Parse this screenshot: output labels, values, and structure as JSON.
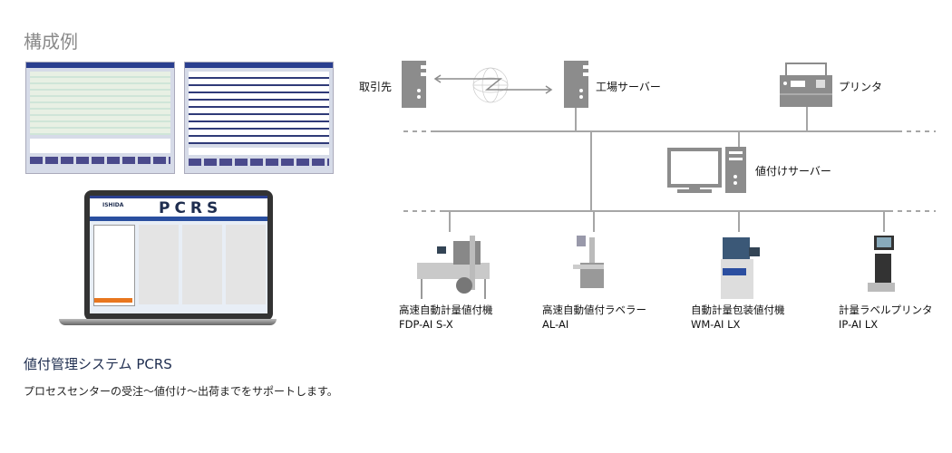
{
  "title": "構成例",
  "product": {
    "heading": "値付管理システム PCRS",
    "description": "プロセスセンターの受注〜値付け〜出荷までをサポートします。",
    "logo_text": "PCRS",
    "brand_text": "ISHIDA"
  },
  "network": {
    "partner": {
      "label": "取引先",
      "icon": "server-icon"
    },
    "factory_server": {
      "label": "工場サーバー",
      "icon": "server-icon"
    },
    "printer": {
      "label": "プリンタ",
      "icon": "printer-icon"
    },
    "pricing_server": {
      "label": "値付けサーバー",
      "icon": "desktop-computer-icon"
    },
    "internet_icon": "globe-icon"
  },
  "machines": [
    {
      "name": "高速自動計量値付機",
      "model": "FDP-AI S-X"
    },
    {
      "name": "高速自動値付ラベラー",
      "model": "AL-AI"
    },
    {
      "name": "自動計量包装値付機",
      "model": "WM-AI LX"
    },
    {
      "name": "計量ラベルプリンタ",
      "model": "IP-AI LX"
    }
  ],
  "colors": {
    "icon_gray": "#8c8c8c",
    "line_gray": "#a6a6a6",
    "heading_navy": "#1e2d4f",
    "accent_orange": "#e8761e",
    "window_blue": "#2a3f8f"
  }
}
